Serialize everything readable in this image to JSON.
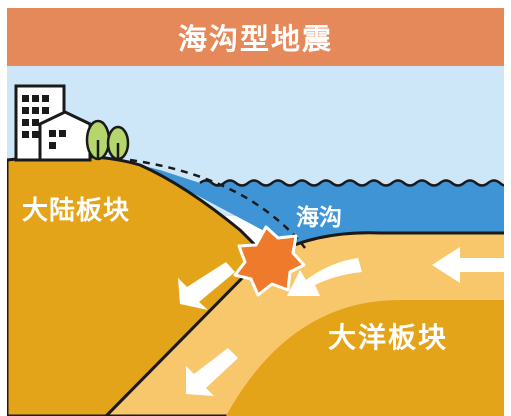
{
  "title": "海沟型地震",
  "labels": {
    "continental_plate": "大陆板块",
    "trench": "海沟",
    "oceanic_plate": "大洋板块"
  },
  "icons": [
    "building-icon",
    "house-icon",
    "tree-icon",
    "epicenter-burst-icon",
    "arrow-icon"
  ],
  "colors": {
    "header": "#e5895b",
    "sky": "#cde6f8",
    "sea": "#3f94d6",
    "continental_plate": "#e4a41a",
    "oceanic_plate": "#f9c76b",
    "epicenter": "#f07a2c",
    "outline": "#1a1a1a"
  }
}
